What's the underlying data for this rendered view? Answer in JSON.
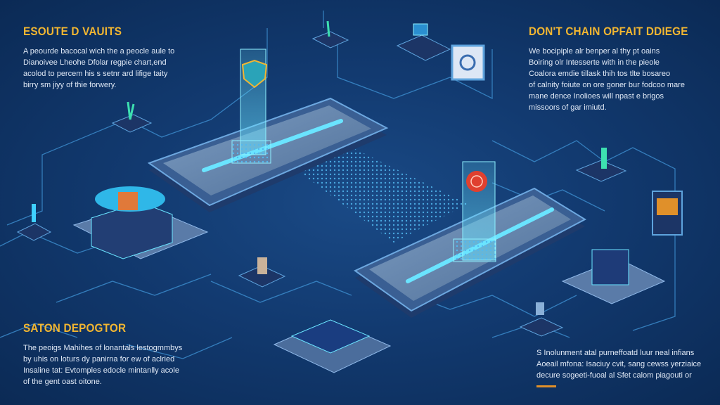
{
  "sections": {
    "top_left": {
      "heading": "ESOUTE D VAUITS",
      "lines": [
        "A peourde bacocal wich the a peocle aule to",
        "Dianoivee Lheohe Dfolar regpie chart,end",
        "acolod to percem his s setnr ard lifige taity",
        "birry sm jiyy of thie forwery."
      ]
    },
    "top_right": {
      "heading": "DON'T CHAIN OPFAIT DDIEGE",
      "lines": [
        "We bocipiple alr benper al thy pt oains",
        "Boiring olr Intesserte with in the pieole",
        "Coalora emdie tillask thih tos tlte bosareo",
        "of calnity foiute on ore goner bur fodcoo mare",
        "mane dence Inolioes will npast e brigos",
        "missoors of gar imiutd."
      ]
    },
    "bottom_left": {
      "heading": "SATON DEPOGTOR",
      "lines": [
        "The peoigs Mahihes of lonantals lestogmmbys",
        "by uhis on loturs dy panirna for ew of aclried",
        "Insaline tat: Evtomples edocle mintanlly acole",
        "of the gent oast oitone."
      ]
    },
    "bottom_right": {
      "lines": [
        "S Inolunment atal purneffoatd luur neal infians",
        "Aoeail mfona: Isaciuy cvit, sang cewss yerziaice",
        "decure sogeeti-fuoal al Sfet calom piagouti or"
      ]
    }
  },
  "colors": {
    "heading": "#f2b631",
    "background": "#123a70",
    "glow": "#3fd0ff",
    "alert": "#e0402f",
    "orange": "#e0902a"
  },
  "icons": [
    "shield-icon",
    "lock-badge-icon",
    "plant-icon",
    "coin-vault-icon",
    "document-card-icon",
    "figure-icon",
    "tablet-icon",
    "battery-icon",
    "screen-icon",
    "usb-drive-icon"
  ]
}
